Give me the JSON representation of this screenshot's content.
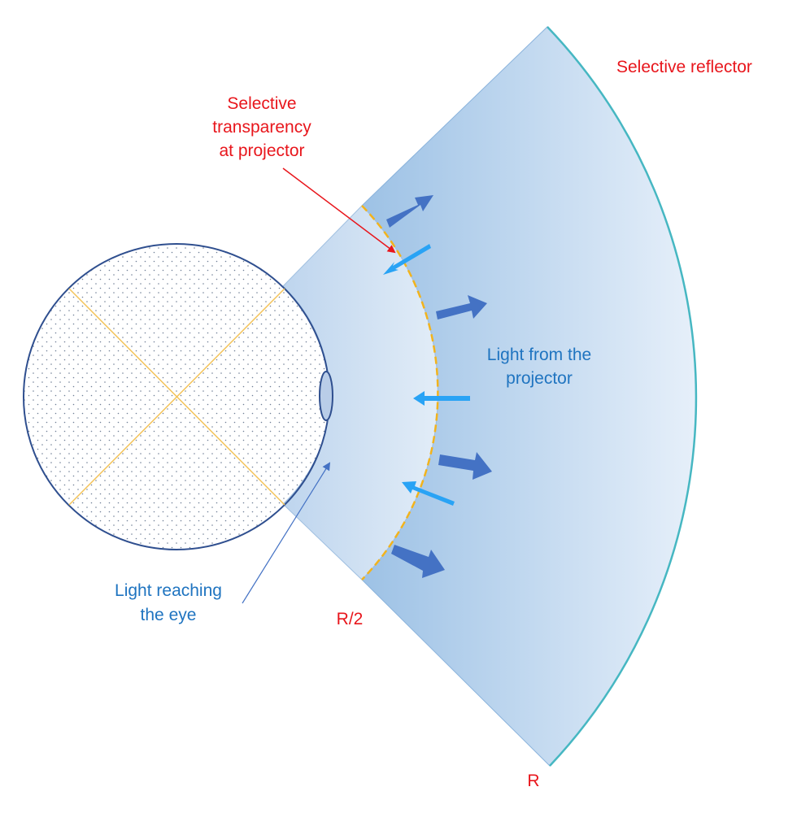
{
  "labels": {
    "selective_reflector": "Selective reflector",
    "selective_transparency": [
      "Selective",
      "transparency",
      "at projector"
    ],
    "light_from_projector": [
      "Light from the",
      "projector"
    ],
    "light_reaching_eye": [
      "Light reaching",
      "the eye"
    ],
    "r_half": "R/2",
    "r": "R"
  },
  "colors": {
    "red_label": "#e8161c",
    "blue_label": "#1f74c0",
    "dark_arrow": "#4472c4",
    "light_arrow": "#29a3f5",
    "dashed_ring": "#f2b31c",
    "eye_outline": "#2f4f8f",
    "eye_axis": "#f3c35a",
    "reflector_edge": "#46b7c2"
  }
}
